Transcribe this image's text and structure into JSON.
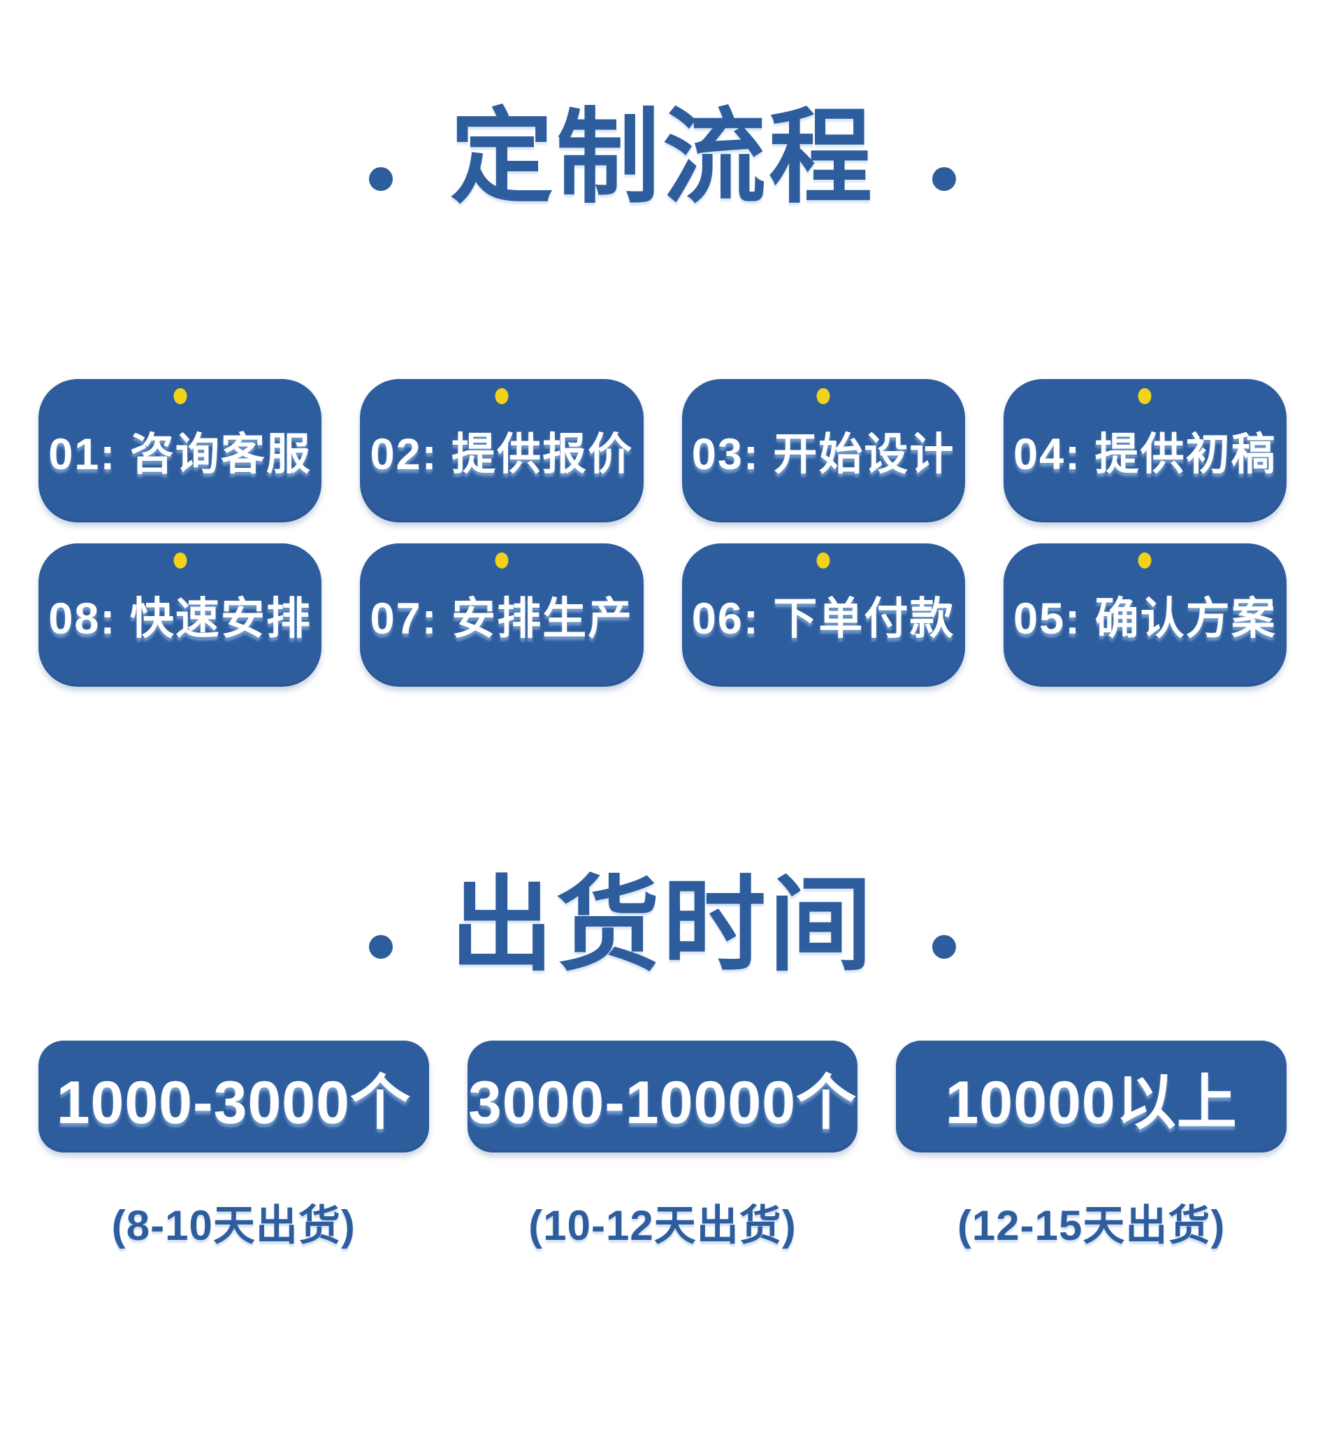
{
  "colors": {
    "primary_blue": "#2e5d9e",
    "pin_yellow": "#f2d319",
    "card_text_white": "#ffffff"
  },
  "process_section": {
    "title": "定制流程",
    "steps": [
      {
        "label": "01: 咨询客服"
      },
      {
        "label": "02: 提供报价"
      },
      {
        "label": "03: 开始设计"
      },
      {
        "label": "04: 提供初稿"
      },
      {
        "label": "08: 快速安排"
      },
      {
        "label": "07: 安排生产"
      },
      {
        "label": "06: 下单付款"
      },
      {
        "label": "05: 确认方案"
      }
    ]
  },
  "shipping_section": {
    "title": "出货时间",
    "tiers": [
      {
        "quantity": "1000-3000个",
        "time": "(8-10天出货)"
      },
      {
        "quantity": "3000-10000个",
        "time": "(10-12天出货)"
      },
      {
        "quantity": "10000以上",
        "time": "(12-15天出货)"
      }
    ]
  }
}
